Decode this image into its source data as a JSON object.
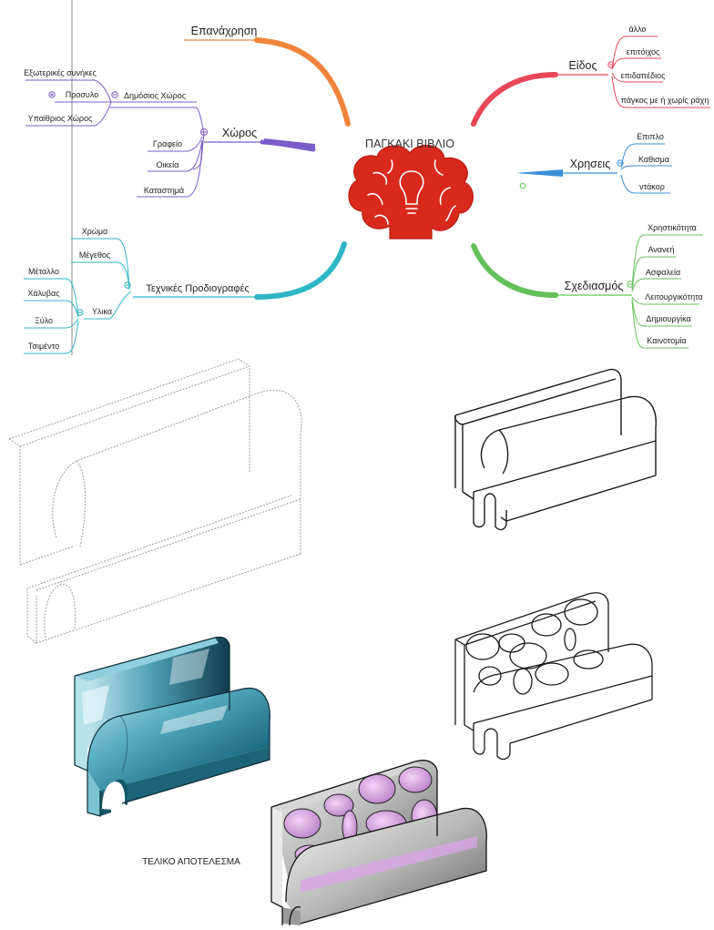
{
  "central_topic": "ΠΑΓΚΑΚΙ ΒΙΒΛΙΟ",
  "final_caption": "ΤΕΛΙΚΟ ΑΠΟΤΕΛΕΣΜΑ",
  "colors": {
    "brain": "#d9291c",
    "epanachrisi": "#f0843a",
    "xoros": "#7b5cc7",
    "tech": "#2fb6c4",
    "eidos": "#e8475a",
    "xriseis": "#3a8fd8",
    "sxediasmos": "#63c05a"
  },
  "branches": {
    "epanachrisi": {
      "label": "Επανάχρηση"
    },
    "xoros": {
      "label": "Χώρος",
      "dimosios": {
        "label": "Δημόσιος Χώρος",
        "prosylo": {
          "label": "Προσυλο",
          "items": [
            "Εξωτερικές συνήκες",
            "Υπαίθριος Χώρος"
          ]
        }
      },
      "items": [
        "Γραφείο",
        "Οικεία",
        "Καταστημά"
      ]
    },
    "tech": {
      "label": "Τεχνικές Προδιογραφές",
      "items": [
        "Χρώμα",
        "Μέγεθος"
      ],
      "ylika": {
        "label": "Υλικα",
        "items": [
          "Μέταλλο",
          "Χάλυβας",
          "Ξύλο",
          "Τσιμέντο"
        ]
      }
    },
    "eidos": {
      "label": "Είδος",
      "items": [
        "άλλο",
        "επιτόιχος",
        "επιδαπέδιος",
        "πάγκος με ή χωρίς ράχη"
      ]
    },
    "xriseis": {
      "label": "Χρησεις",
      "items": [
        "Επιπλο",
        "Καθισμα",
        "ντάκορ"
      ]
    },
    "sxediasmos": {
      "label": "Σχεδιασμός",
      "items": [
        "Χρηστικότητα",
        "Ανανεή",
        "Ασφαλεία",
        "Λειτουργικότητα",
        "Δημιουργίκα",
        "Καινοτομία"
      ]
    }
  }
}
